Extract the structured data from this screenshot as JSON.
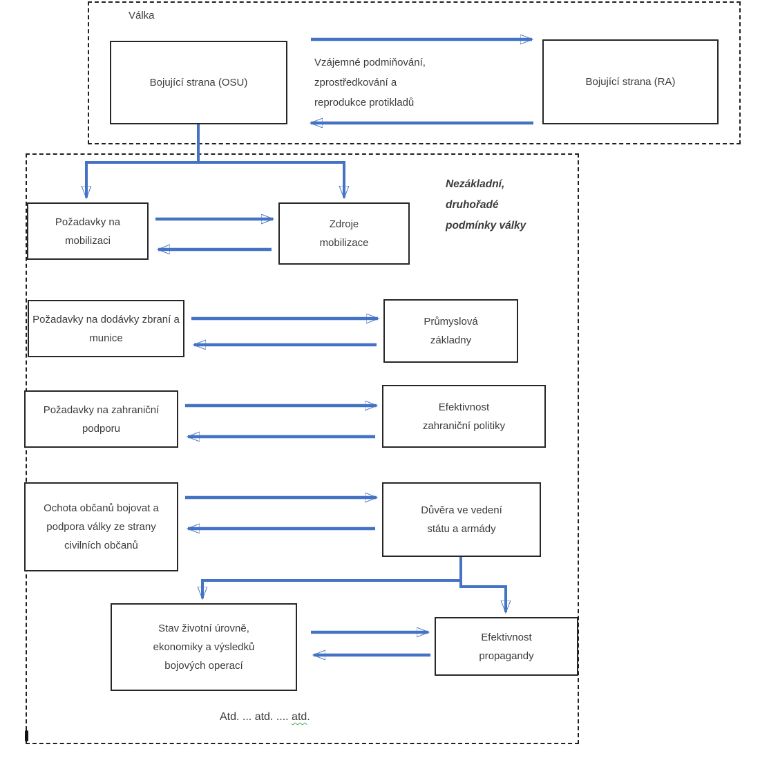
{
  "colors": {
    "arrow": "#4472C4",
    "box_border": "#262626",
    "dashed_border": "#1f1f1f",
    "text": "#3b3b3b",
    "squiggle": "#3fae49"
  },
  "labels": {
    "war_region": "Válka",
    "mutual_relation": "Vzájemné podmiňování,\nzprostředkování a\nreprodukce protikladů",
    "side_note": "Nezákladní,\ndruhořadé\npodmínky války",
    "atd_prefix": "Atd. ... atd. .... ",
    "atd_word": "atd",
    "atd_period": "."
  },
  "nodes": {
    "osu": {
      "label": "Bojující strana (OSU)"
    },
    "ra": {
      "label": "Bojující strana (RA)"
    },
    "pozadavky_mobilizaci": {
      "label": "Požadavky na\nmobilizaci"
    },
    "zdroje_mobilizace": {
      "label": "Zdroje\nmobilizace"
    },
    "pozadavky_dodavky": {
      "label": "Požadavky na dodávky zbraní a\nmunice"
    },
    "prumyslova_zakladny": {
      "label": "Průmyslová\nzákladny"
    },
    "pozadavky_zahranicni_podpora": {
      "label": "Požadavky na zahraniční\npodporu"
    },
    "efektivnost_zahranicni_politiky": {
      "label": "Efektivnost\nzahraniční politiky"
    },
    "ochota_obcanu": {
      "label": "Ochota občanů bojovat a\npodpora války ze strany\ncivilních občanů"
    },
    "duvera_ve_vedeni": {
      "label": "Důvěra ve vedení\nstátu a armády"
    },
    "stav_zivotni_urovne": {
      "label": "Stav životní úrovně,\nekonomiky a výsledků\nbojových operací"
    },
    "efektivnost_propagandy": {
      "label": "Efektivnost\npropagandy"
    }
  }
}
